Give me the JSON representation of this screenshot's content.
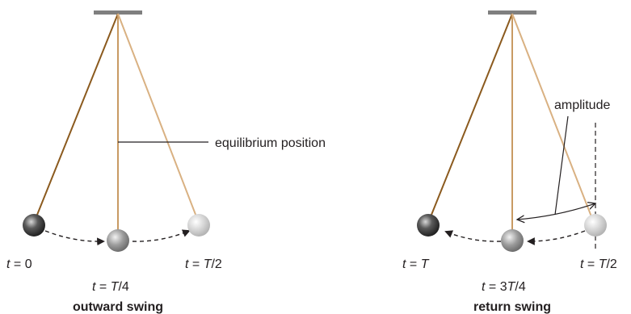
{
  "colors": {
    "support_bar": "#7f7f7f",
    "string_extreme": "#8b5a1e",
    "string_light": "#d9b182",
    "string_mid": "#c89a63",
    "path_dash": "#231f20",
    "bob_dark": "#4a4a4a",
    "bob_mid": "#9a9a9a",
    "bob_light": "#cfcfcf"
  },
  "panels": [
    {
      "title": "outward swing",
      "labels": {
        "t0": {
          "pre": "t",
          "post": " = 0"
        },
        "t1": {
          "pre": "t",
          "mid": " = ",
          "var": "T",
          "post": "/4"
        },
        "t2": {
          "pre": "t",
          "mid": " = ",
          "var": "T",
          "post": "/2"
        }
      },
      "callout": "equilibrium position"
    },
    {
      "title": "return swing",
      "labels": {
        "t0": {
          "pre": "t",
          "mid": " = ",
          "var": "T"
        },
        "t1": {
          "pre": "t",
          "mid": " = 3",
          "var": "T",
          "post": "/4"
        },
        "t2": {
          "pre": "t",
          "mid": " = ",
          "var": "T",
          "post": "/2"
        }
      },
      "callout": "amplitude"
    }
  ]
}
